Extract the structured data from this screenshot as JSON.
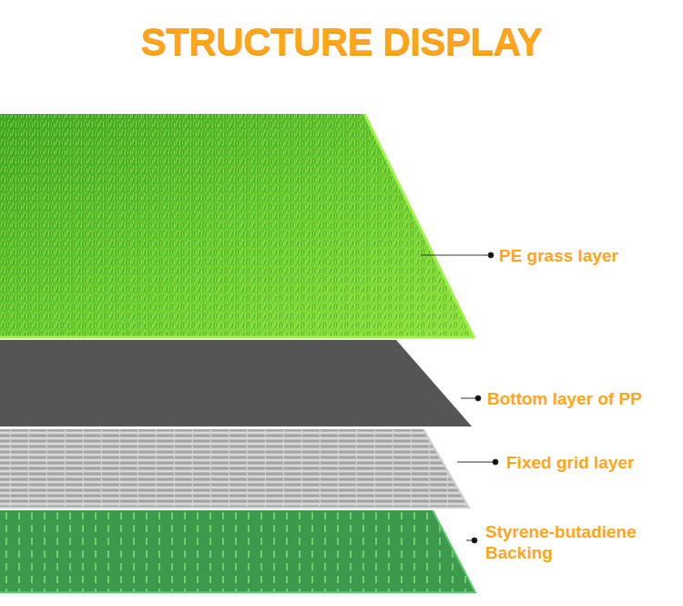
{
  "diagram": {
    "title": "STRUCTURE DISPLAY",
    "labels": [
      "PE grass layer",
      "Bottom layer of PP",
      "Fixed grid layer",
      "Styrene-butadiene Backing"
    ]
  }
}
